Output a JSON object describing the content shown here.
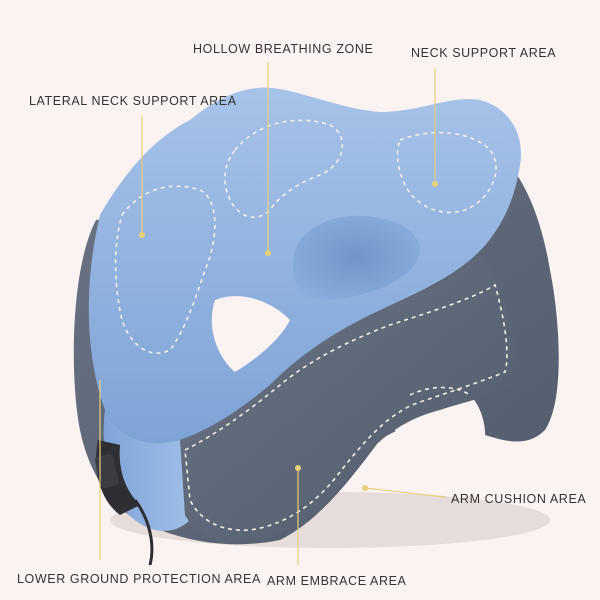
{
  "labels": {
    "hollow_breathing_zone": "HOLLOW BREATHING ZONE",
    "neck_support_area": "NECK SUPPORT AREA",
    "lateral_neck_support_area": "LATERAL NECK SUPPORT AREA",
    "arm_cushion_area": "ARM CUSHION AREA",
    "lower_ground_protection_area": "LOWER GROUND PROTECTION AREA",
    "arm_embrace_area": "ARM EMBRACE AREA"
  },
  "colors": {
    "background": "#fbf3f2",
    "pillow_light": "#8fb3df",
    "pillow_dark": "#5c6778",
    "leader_line": "#e8cf7a",
    "stitching": "#f4f0e6"
  }
}
